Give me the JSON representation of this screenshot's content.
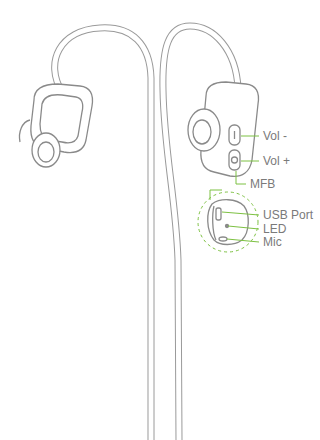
{
  "diagram": {
    "labels": [
      "Vol -",
      "Vol +",
      "MFB",
      "USB Port",
      "LED",
      "Mic"
    ]
  }
}
